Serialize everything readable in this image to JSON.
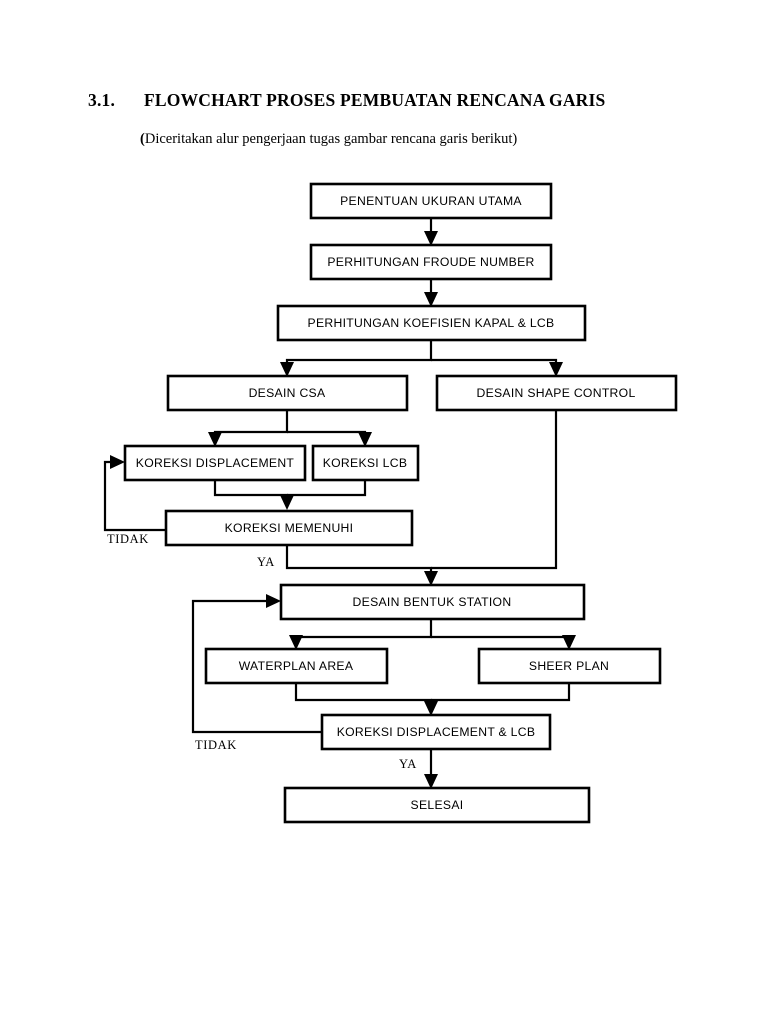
{
  "document": {
    "heading_number": "3.1.",
    "heading_title": "FLOWCHART PROSES PEMBUATAN RENCANA GARIS",
    "subheading_open": "(",
    "subheading_text": "Diceritakan alur pengerjaan tugas gambar rencana garis berikut)"
  },
  "flowchart": {
    "type": "flowchart",
    "orientation": "top-to-bottom",
    "line_color": "#000000",
    "box_fill": "#ffffff",
    "nodes": [
      {
        "id": "n1",
        "label": "PENENTUAN UKURAN UTAMA"
      },
      {
        "id": "n2",
        "label": "PERHITUNGAN FROUDE NUMBER"
      },
      {
        "id": "n3",
        "label": "PERHITUNGAN KOEFISIEN KAPAL & LCB"
      },
      {
        "id": "n4",
        "label": "DESAIN CSA"
      },
      {
        "id": "n5",
        "label": "DESAIN SHAPE CONTROL"
      },
      {
        "id": "n6",
        "label": "KOREKSI DISPLACEMENT"
      },
      {
        "id": "n7",
        "label": "KOREKSI LCB"
      },
      {
        "id": "n8",
        "label": "KOREKSI MEMENUHI"
      },
      {
        "id": "n9",
        "label": "DESAIN BENTUK STATION"
      },
      {
        "id": "n10",
        "label": "WATERPLAN AREA"
      },
      {
        "id": "n11",
        "label": "SHEER PLAN"
      },
      {
        "id": "n12",
        "label": "KOREKSI DISPLACEMENT & LCB"
      },
      {
        "id": "n13",
        "label": "SELESAI"
      }
    ],
    "edge_labels": [
      {
        "id": "e1",
        "label": "TIDAK"
      },
      {
        "id": "e2",
        "label": "YA"
      },
      {
        "id": "e3",
        "label": "TIDAK"
      },
      {
        "id": "e4",
        "label": "YA"
      }
    ]
  }
}
